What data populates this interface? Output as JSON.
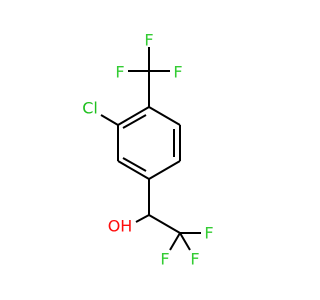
{
  "molecule": {
    "atoms": {
      "f_top": {
        "label": "F",
        "color": "#33cc33"
      },
      "f_left": {
        "label": "F",
        "color": "#33cc33"
      },
      "f_right": {
        "label": "F",
        "color": "#33cc33"
      },
      "cl": {
        "label": "Cl",
        "color": "#1fc01f"
      },
      "oh": {
        "label": "OH",
        "color": "#ff0d0d"
      },
      "f_lower_right": {
        "label": "F",
        "color": "#33cc33"
      },
      "f_bottom_right": {
        "label": "F",
        "color": "#33cc33"
      },
      "f_bottom_left": {
        "label": "F",
        "color": "#33cc33"
      }
    }
  }
}
